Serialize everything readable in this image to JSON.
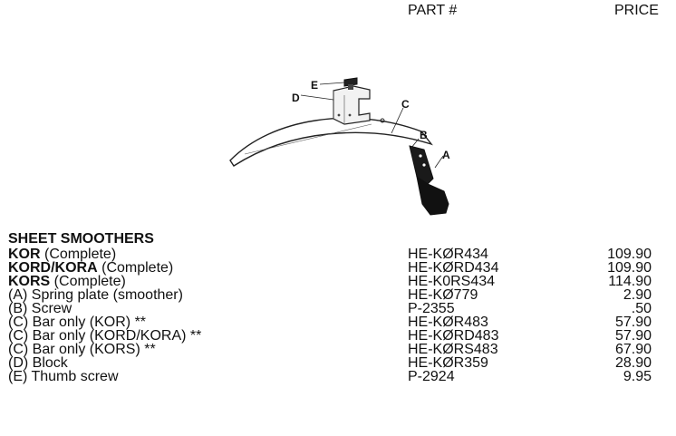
{
  "header": {
    "part_label": "PART #",
    "price_label": "PRICE"
  },
  "diagram": {
    "labels": {
      "a": "A",
      "b": "B",
      "c": "C",
      "d": "D",
      "e": "E"
    }
  },
  "section": {
    "title": "SHEET SMOOTHERS",
    "rows": [
      {
        "model": "KOR",
        "desc": " (Complete)",
        "part": "HE-KØR434",
        "price": "109.90"
      },
      {
        "model": "KORD/KORA",
        "desc": " (Complete)",
        "part": "HE-KØRD434",
        "price": "109.90"
      },
      {
        "model": "KORS",
        "desc": " (Complete)",
        "part": "HE-K0RS434",
        "price": "114.90"
      },
      {
        "model": "",
        "desc": "(A) Spring plate (smoother)",
        "part": "HE-KØ779",
        "price": "2.90"
      },
      {
        "model": "",
        "desc": "(B) Screw",
        "part": "P-2355",
        "price": ".50"
      },
      {
        "model": "",
        "desc": "(C) Bar only (KOR) **",
        "part": "HE-KØR483",
        "price": "57.90"
      },
      {
        "model": "",
        "desc": "(C) Bar only (KORD/KORA) **",
        "part": "HE-KØRD483",
        "price": "57.90"
      },
      {
        "model": "",
        "desc": "(C) Bar only (KORS) **",
        "part": "HE-KØRS483",
        "price": "67.90"
      },
      {
        "model": "",
        "desc": "(D) Block",
        "part": "HE-KØR359",
        "price": "28.90"
      },
      {
        "model": "",
        "desc": "(E) Thumb screw",
        "part": "P-2924",
        "price": "9.95"
      }
    ]
  }
}
